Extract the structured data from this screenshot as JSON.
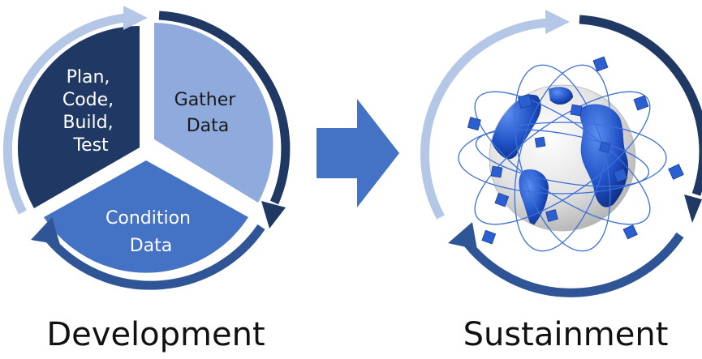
{
  "development": {
    "segments": {
      "plan": [
        "Plan,",
        "Code,",
        "Build,",
        "Test"
      ],
      "gather": [
        "Gather",
        "Data"
      ],
      "condition": [
        "Condition",
        "Data"
      ]
    },
    "caption": "Development"
  },
  "sustainment": {
    "caption": "Sustainment",
    "image": "globe-with-orbiting-satellites"
  },
  "colors": {
    "dark_navy": "#1f3864",
    "light_blue": "#8faadc",
    "mid_blue": "#4472c4",
    "pale_blue": "#b4c7e7",
    "arrow_blue": "#4472c4"
  }
}
